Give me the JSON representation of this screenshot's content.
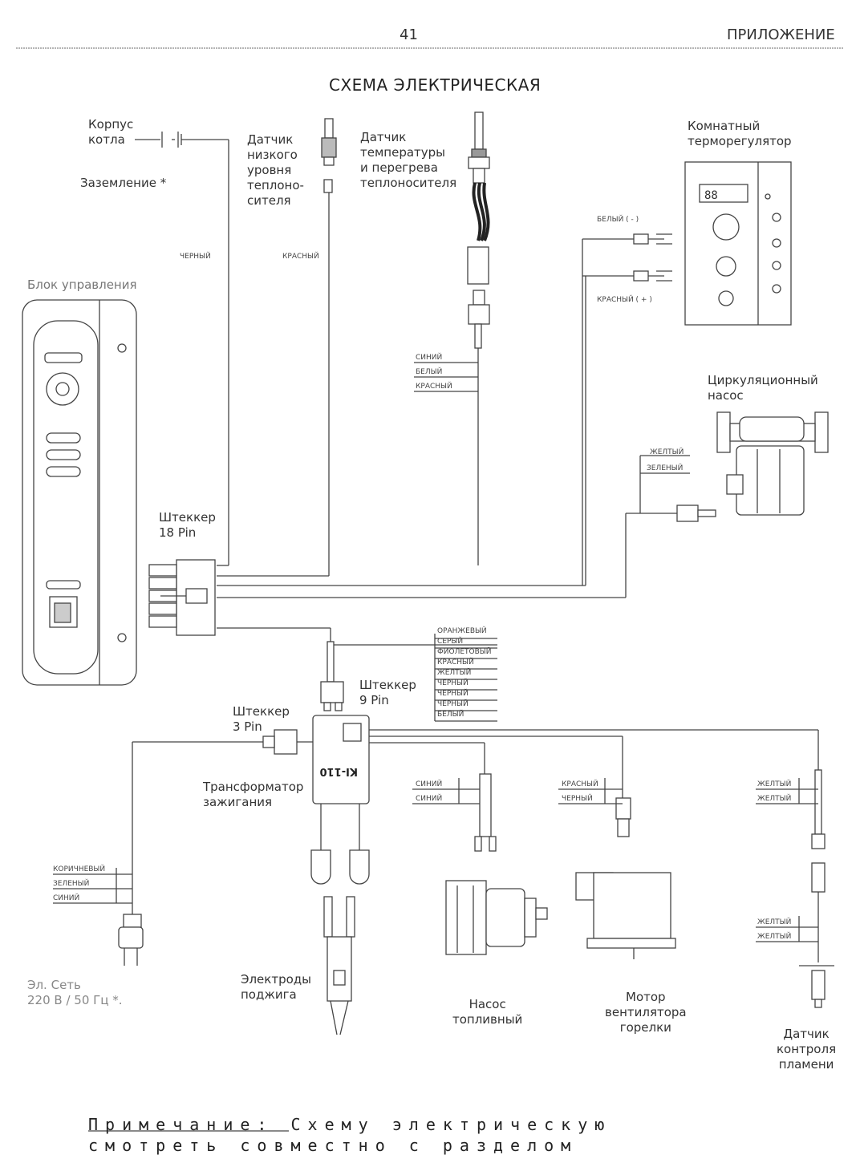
{
  "header": {
    "page_number": "41",
    "section": "ПРИЛОЖЕНИЕ"
  },
  "title": "СХЕМА ЭЛЕКТРИЧЕСКАЯ",
  "labels": {
    "korpus": "Корпус\nкотла",
    "zazemlenie": "Заземление *",
    "low_level_sensor": "Датчик\nнизкого\nуровня\nтеплоно-\nсителя",
    "temp_sensor": "Датчик\nтемпературы\nи перегрева\nтеплоносителя",
    "room_thermostat": "Комнатный\nтерморегулятор",
    "control_block": "Блок управления",
    "circ_pump": "Циркуляционный\nнасос",
    "plug18": "Штеккер\n18 Pin",
    "plug9": "Штеккер\n9 Pin",
    "plug3": "Штеккер\n3 Pin",
    "transformer": "Трансформатор\nзажигания",
    "mains": "Эл. Сеть\n220 В / 50 Гц *.",
    "electrodes": "Электроды\nподжига",
    "fuel_pump": "Насос\nтопливный",
    "fan_motor": "Мотор\nвентилятора\nгорелки",
    "flame_sensor": "Датчик\nконтроля\nпламени",
    "transformer_marking": "KI-110"
  },
  "wires": {
    "black": "ЧЕРНЫЙ",
    "red": "КРАСНЫЙ",
    "thermo_white": "БЕЛЫЙ ( - )",
    "thermo_red": "КРАСНЫЙ ( + )",
    "sensor_wires": [
      "СИНИЙ",
      "БЕЛЫЙ",
      "КРАСНЫЙ"
    ],
    "pump_wires": [
      "ЖЕЛТЫЙ",
      "ЗЕЛЕНЫЙ"
    ],
    "plug9_wires": [
      "ОРАНЖЕВЫЙ",
      "СЕРЫЙ",
      "ФИОЛЕТОВЫЙ",
      "КРАСНЫЙ",
      "ЖЕЛТЫЙ",
      "ЧЕРНЫЙ",
      "ЧЕРНЫЙ",
      "ЧЕРНЫЙ",
      "БЕЛЫЙ"
    ],
    "fuel_pump_wires": [
      "СИНИЙ",
      "СИНИЙ"
    ],
    "fan_wires": [
      "КРАСНЫЙ",
      "ЧЕРНЫЙ"
    ],
    "flame_wires_top": [
      "ЖЕЛТЫЙ",
      "ЖЕЛТЫЙ"
    ],
    "flame_wires_bottom": [
      "ЖЕЛТЫЙ",
      "ЖЕЛТЫЙ"
    ],
    "mains_wires": [
      "КОРИЧНЕВЫЙ",
      "ЗЕЛЕНЫЙ",
      "СИНИЙ"
    ]
  },
  "thermostat_display": "88",
  "note": {
    "line1_label": "Примечание:",
    "line1_text": "Схему электрическую",
    "line2_text": "смотреть совместно с разделом"
  }
}
